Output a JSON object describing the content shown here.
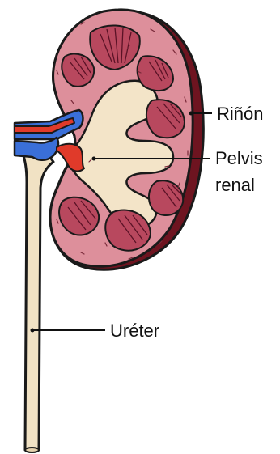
{
  "labels": {
    "kidney": "Riñón",
    "pelvis_line1": "Pelvis",
    "pelvis_line2": "renal",
    "ureter": "Uréter"
  },
  "colors": {
    "outline": "#1a1a1a",
    "capsule_dark": "#6e1420",
    "cortex": "#dd8f9b",
    "cortex_light": "#e9a9b3",
    "pyramid": "#b8485e",
    "pyramid_dark": "#6f1f34",
    "pelvis": "#f3e4c8",
    "ureter": "#f1e2c4",
    "artery": "#e03a2a",
    "vein": "#3a6fd8"
  }
}
